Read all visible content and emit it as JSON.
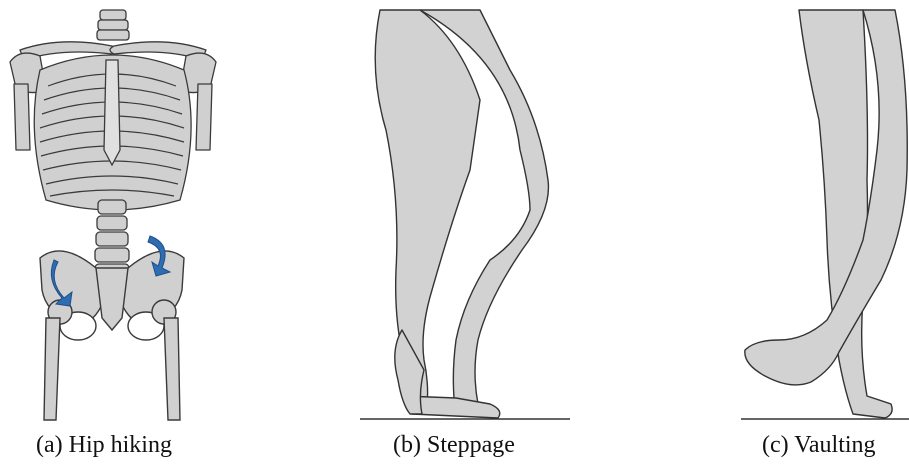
{
  "figure": {
    "panels": [
      {
        "id": "a",
        "caption": "(a) Hip hiking",
        "subject": "skeleton-torso-pelvis",
        "arrow_color": "#2f6db3"
      },
      {
        "id": "b",
        "caption": "(b) Steppage",
        "subject": "legs-side-view"
      },
      {
        "id": "c",
        "caption": "(c) Vaulting",
        "subject": "legs-side-view"
      }
    ],
    "colors": {
      "bone": "#cfcfcf",
      "skin": "#d2d2d2",
      "outline": "#3a3a3a",
      "arrow": "#2f6db3"
    }
  }
}
